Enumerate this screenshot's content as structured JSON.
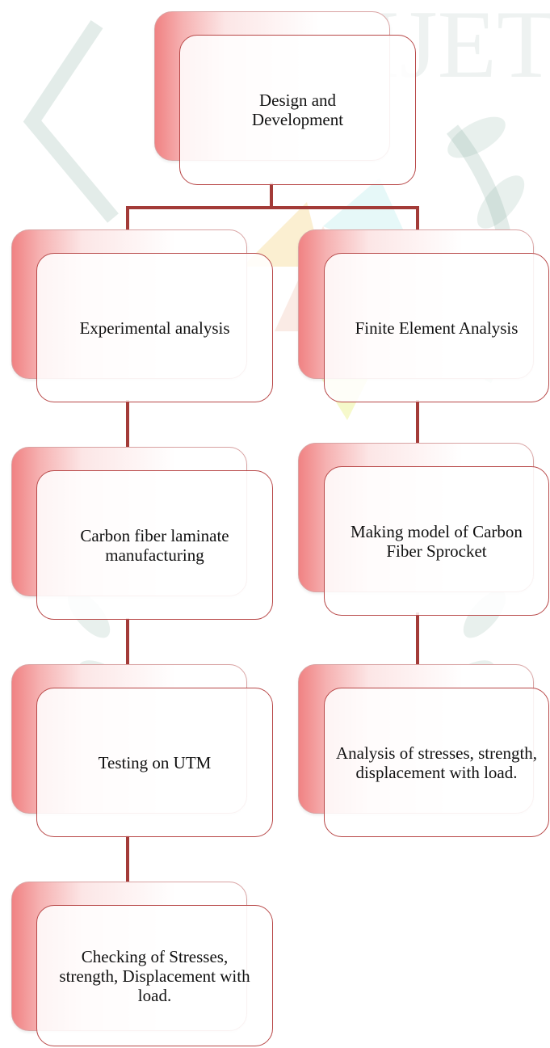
{
  "nodes": {
    "root": "Design and Development",
    "left": [
      "Experimental analysis",
      "Carbon fiber laminate manufacturing",
      "Testing on UTM",
      "Checking of Stresses, strength, Displacement with load."
    ],
    "right": [
      "Finite Element Analysis",
      "Making model of Carbon Fiber Sprocket",
      "Analysis of stresses, strength, displacement with load."
    ]
  },
  "colors": {
    "connector": "#a33b38",
    "border": "#b84848",
    "fill_accent": "#f08283"
  }
}
